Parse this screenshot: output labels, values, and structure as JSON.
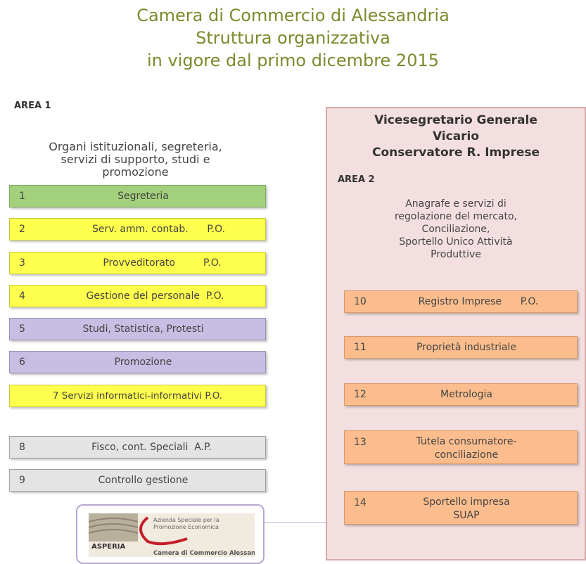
{
  "title": {
    "line1": "Camera di Commercio di Alessandria",
    "line2": "Struttura organizzativa",
    "line3": "in vigore dal primo dicembre 2015"
  },
  "area1": {
    "label": "AREA 1",
    "description_lines": [
      "Organi istituzionali, segreteria,",
      "servizi di supporto, studi e",
      "promozione"
    ],
    "units": [
      {
        "num": "1",
        "label": "Segreteria",
        "color": "#a3d07c"
      },
      {
        "num": "2",
        "label": "Serv. amm. contab.      P.O.",
        "color": "#ffff4d"
      },
      {
        "num": "3",
        "label": "Provveditorato         P.O.",
        "color": "#ffff4d"
      },
      {
        "num": "4",
        "label": "Gestione del personale  P.O.",
        "color": "#ffff4d"
      },
      {
        "num": "5",
        "label": "Studi, Statistica, Protesti",
        "color": "#c8bde2"
      },
      {
        "num": "6",
        "label": "Promozione",
        "color": "#c8bde2"
      },
      {
        "num": "",
        "label": "7 Servizi informatici-informativi P.O.",
        "color": "#ffff4d"
      },
      {
        "num": "8",
        "label": "Fisco, cont. Speciali  A.P.",
        "color": "#e4e4e4"
      },
      {
        "num": "9",
        "label": "Controllo gestione",
        "color": "#e4e4e4"
      }
    ]
  },
  "area2": {
    "header_lines": [
      "Vicesegretario Generale",
      "Vicario",
      "Conservatore R. Imprese"
    ],
    "label": "AREA 2",
    "description_lines": [
      "Anagrafe e servizi di",
      "regolazione del mercato,",
      "Conciliazione,",
      "Sportello Unico Attività",
      "Produttive"
    ],
    "units": [
      {
        "num": "10",
        "label": "Registro Imprese      P.O.",
        "color": "#fbbd8d"
      },
      {
        "num": "11",
        "label": "Proprietà industriale",
        "color": "#fbbd8d"
      },
      {
        "num": "12",
        "label": "Metrologia",
        "color": "#fbbd8d"
      },
      {
        "num": "13",
        "label_lines": [
          "Tutela consumatore-",
          "conciliazione"
        ],
        "color": "#fbbd8d"
      },
      {
        "num": "14",
        "label_lines": [
          "Sportello impresa",
          "SUAP"
        ],
        "color": "#fbbd8d"
      }
    ]
  },
  "logo": {
    "text_line1": "Azienda Speciale per la",
    "text_line2": "Promozione Economica",
    "brand": "ASPERIA",
    "footer": "Camera di Commercio Alessandria"
  }
}
